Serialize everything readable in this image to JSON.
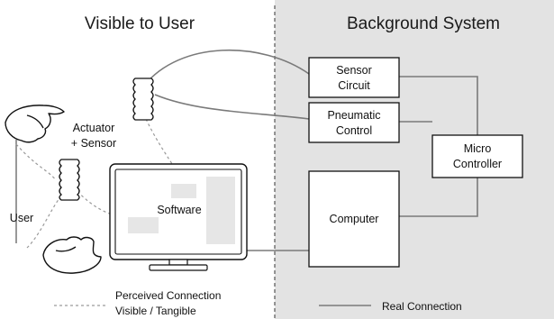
{
  "header": {
    "left_title": "Visible to User",
    "right_title": "Background System"
  },
  "nodes": {
    "sensor_circuit": [
      "Sensor",
      "Circuit"
    ],
    "pneumatic_control": [
      "Pneumatic",
      "Control"
    ],
    "micro_controller": [
      "Micro",
      "Controller"
    ],
    "computer": "Computer",
    "actuator_sensor": [
      "Actuator",
      "+ Sensor"
    ],
    "software": "Software",
    "user": "User"
  },
  "legend": {
    "perceived": [
      "Perceived Connection",
      "Visible / Tangible"
    ],
    "real": "Real Connection"
  },
  "colors": {
    "background_panel": "#e3e3e3",
    "real_connection": "#7a7a7a",
    "perceived_connection": "#9a9a9a"
  }
}
